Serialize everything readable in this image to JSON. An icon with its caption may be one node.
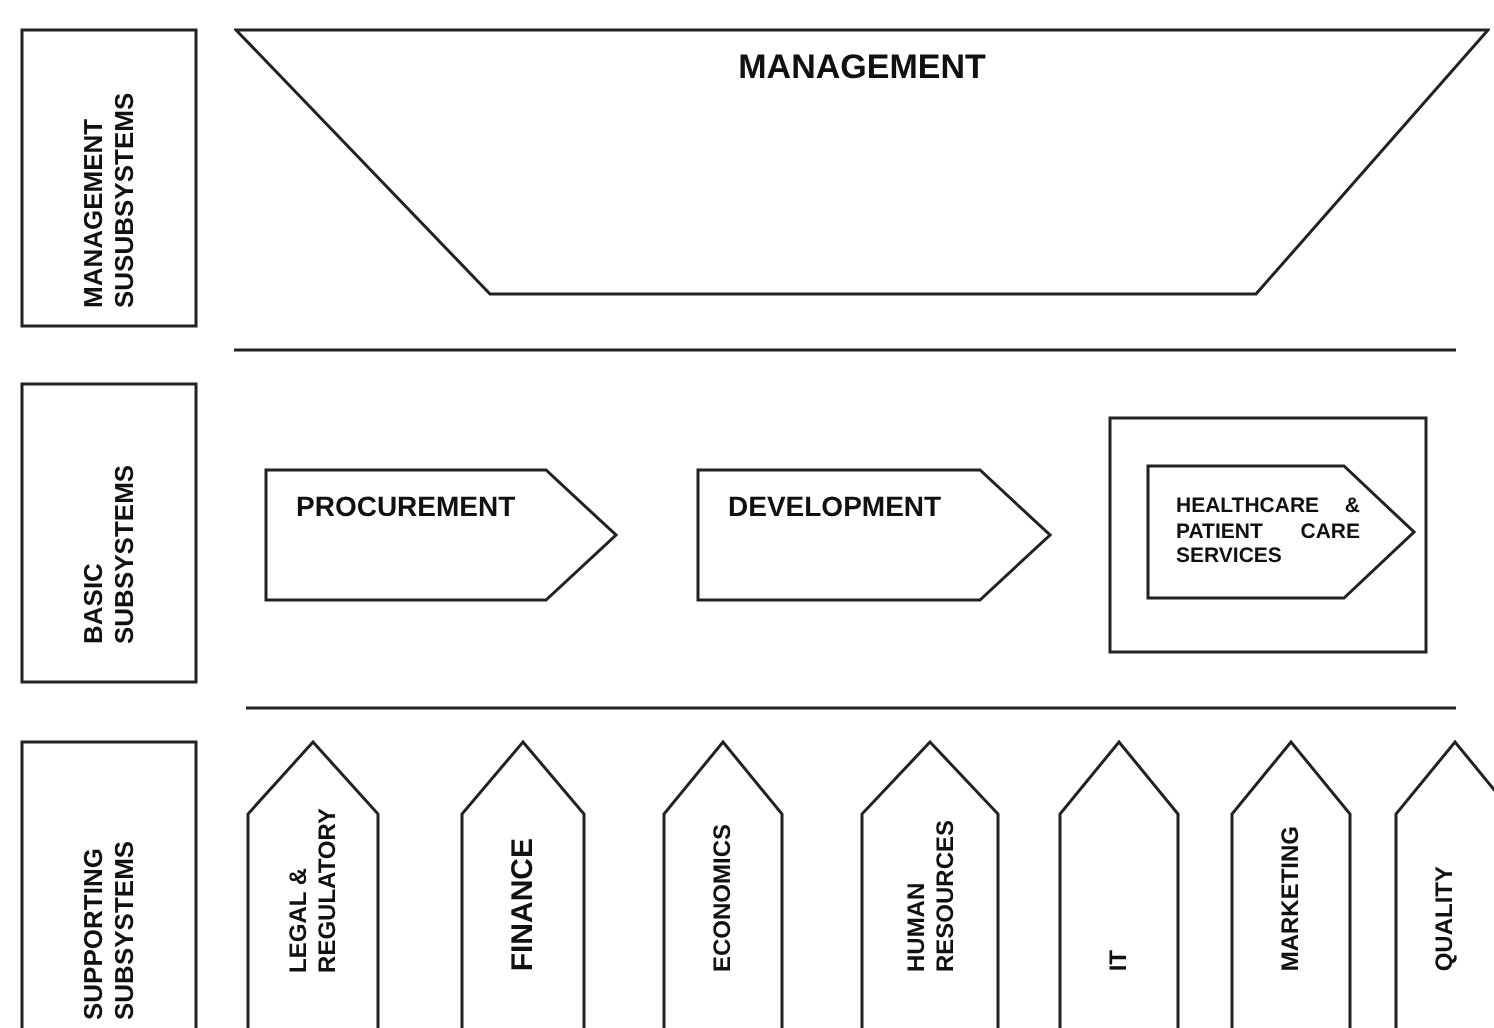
{
  "diagram": {
    "nodes": [
      {
        "text": [
          "MANAGEMENT SUSUBSYSTEMS"
        ]
      },
      {
        "text": [
          "MANAGEMENT"
        ]
      },
      {
        "text": [
          "BASIC SUBSYSTEMS"
        ]
      },
      {
        "text": [
          "PROCUREMENT"
        ]
      },
      {
        "text": [
          "DEVELOPMENT"
        ]
      },
      {
        "text": [],
        "shape": "box"
      },
      {
        "text": [
          "HEALTHCARE & PATIENT CARE SERVICES"
        ],
        "in": 5
      },
      {
        "text": [
          "SUPPORTING SUBSYSTEMS"
        ]
      },
      {
        "text": [
          "LEGAL & REGULATORY"
        ]
      },
      {
        "text": [
          "FINANCE"
        ]
      },
      {
        "text": [
          "ECONOMICS"
        ]
      },
      {
        "text": [
          "HUMAN RESOURCES"
        ]
      },
      {
        "text": [
          "IT"
        ]
      },
      {
        "text": [
          "MARKETING"
        ]
      },
      {
        "text": [
          "QUALITY"
        ]
      }
    ]
  }
}
